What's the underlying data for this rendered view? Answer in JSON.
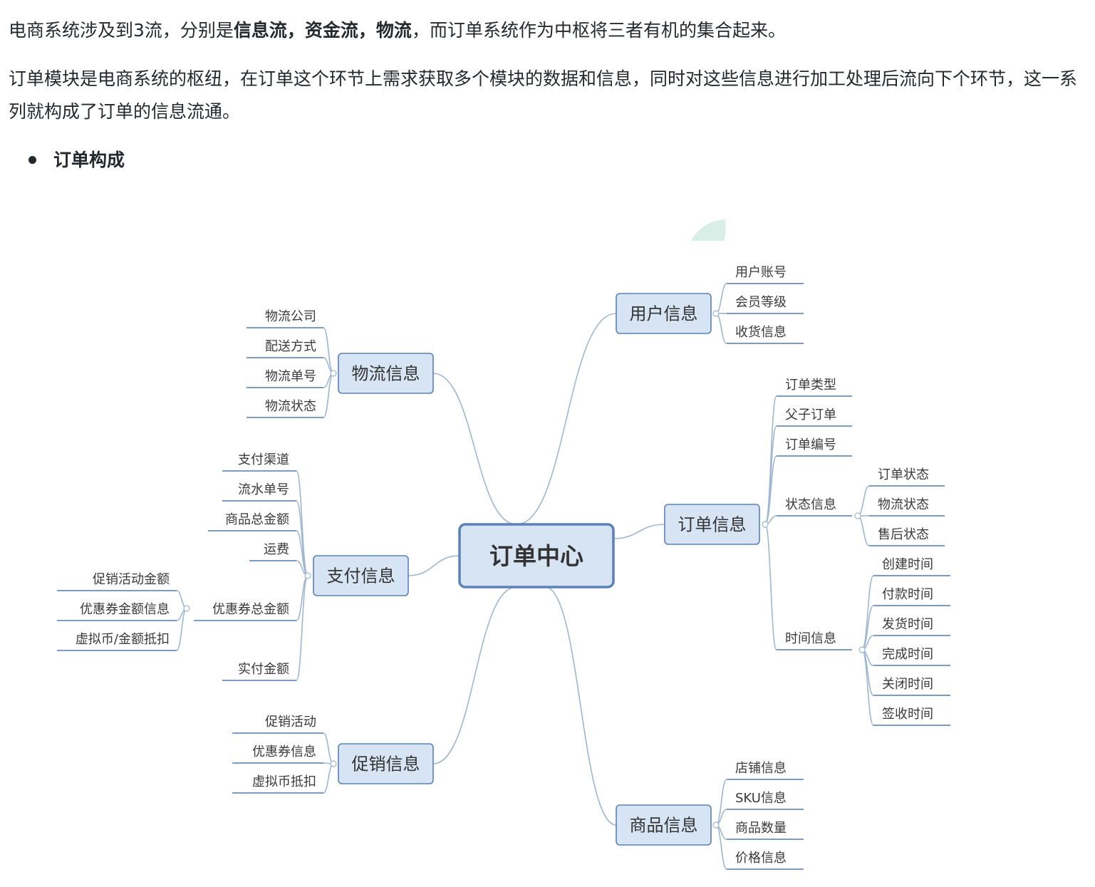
{
  "intro": {
    "p1_before": "电商系统涉及到3流，分别是",
    "p1_bold": "信息流，资金流，物流",
    "p1_after": "，而订单系统作为中枢将三者有机的集合起来。",
    "p2": "订单模块是电商系统的枢纽，在订单这个环节上需求获取多个模块的数据和信息，同时对这些信息进行加工处理后流向下个环节，这一系列就构成了订单的信息流通。"
  },
  "section_bullet": "订单构成",
  "mindmap": {
    "center": "订单中心",
    "branches": {
      "user": {
        "label": "用户信息",
        "items": [
          "用户账号",
          "会员等级",
          "收货信息"
        ]
      },
      "logistics": {
        "label": "物流信息",
        "items": [
          "物流公司",
          "配送方式",
          "物流单号",
          "物流状态"
        ]
      },
      "payment": {
        "label": "支付信息",
        "items": [
          "支付渠道",
          "流水单号",
          "商品总金额",
          "运费",
          "优惠券总金额",
          "实付金额"
        ],
        "coupon_children": [
          "促销活动金额",
          "优惠券金额信息",
          "虚拟币/金额抵扣"
        ]
      },
      "promotion": {
        "label": "促销信息",
        "items": [
          "促销活动",
          "优惠券信息",
          "虚拟币抵扣"
        ]
      },
      "order": {
        "label": "订单信息",
        "items": [
          "订单类型",
          "父子订单",
          "订单编号",
          "状态信息",
          "时间信息"
        ],
        "status_children": [
          "订单状态",
          "物流状态",
          "售后状态"
        ],
        "time_children": [
          "创建时间",
          "付款时间",
          "发货时间",
          "完成时间",
          "关闭时间",
          "签收时间"
        ]
      },
      "product": {
        "label": "商品信息",
        "items": [
          "店铺信息",
          "SKU信息",
          "商品数量",
          "价格信息"
        ]
      }
    }
  },
  "colors": {
    "node_fill": "#d6e4f4",
    "node_stroke": "#5a81b8",
    "line": "#9fb6d2",
    "text": "#3a3a3a",
    "underline": "#7d9cc4"
  }
}
